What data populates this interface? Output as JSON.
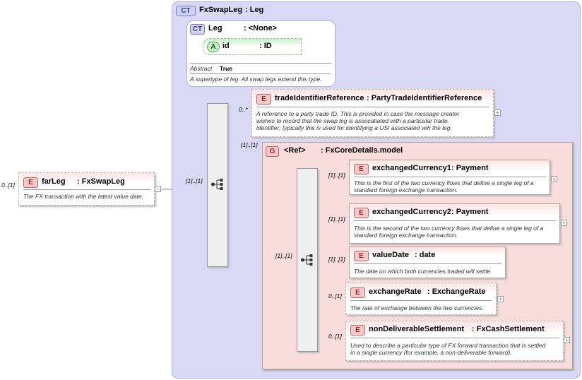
{
  "root": {
    "name": "farLeg",
    "type": ": FxSwapLeg",
    "doc": "The FX transaction with the latest value date.",
    "cardinality": "0..[1]"
  },
  "complex_type": {
    "badge": "CT",
    "name": "FxSwapLeg",
    "type": ": Leg"
  },
  "base_type": {
    "badge": "CT",
    "name": "Leg",
    "type": ": <None>",
    "abstract_label": "Abstract",
    "abstract_value": "True",
    "doc": "A supertype of leg. All swap legs extend this type."
  },
  "attribute": {
    "badge": "A",
    "name": "id",
    "type": ": ID"
  },
  "sequence_cardinality": "[1]..[1]",
  "trade_ref": {
    "badge": "E",
    "name": "tradeIdentifierReference",
    "type": ": PartyTradeIdentifierReference",
    "cardinality": "0..*",
    "doc": [
      "A reference to a party trade ID. This is provided in case the message creator",
      "wishes to record that the swap leg is assocatiated with a particular trade",
      "identifier; typically this is used for identifying a USI associated wih the leg."
    ]
  },
  "group": {
    "badge": "G",
    "name": "<Ref>",
    "type": ": FxCoreDetails.model",
    "cardinality": "[1]..[1]"
  },
  "inner_sequence_cardinality": "[1]..[1]",
  "children": [
    {
      "badge": "E",
      "name": "exchangedCurrency1",
      "type": ": Payment",
      "cardinality": "[1]..[1]",
      "doc": [
        "This is the first of the two currency flows that define a single leg of a",
        "standard foreign exchange transaction."
      ]
    },
    {
      "badge": "E",
      "name": "exchangedCurrency2",
      "type": ": Payment",
      "cardinality": "[1]..[1]",
      "doc": [
        "This is the second of the two currency flows that define a single leg of a",
        "standard foreign exchange transaction."
      ]
    },
    {
      "badge": "E",
      "name": "valueDate",
      "type": ": date",
      "cardinality": "[1]..[1]",
      "doc": [
        "The date on which both currencies traded will settle."
      ]
    },
    {
      "badge": "E",
      "name": "exchangeRate",
      "type": ": ExchangeRate",
      "cardinality": "0..[1]",
      "doc": [
        "The rate of exchange between the two currencies."
      ]
    },
    {
      "badge": "E",
      "name": "nonDeliverableSettlement",
      "type": ": FxCashSettlement",
      "cardinality": "0..[1]",
      "doc": [
        "Used to describe a particular type of FX forward transaction that is settled",
        "in a single currency (for example, a non-deliverable forward)."
      ]
    }
  ],
  "icons": {
    "sequence": "sequence-compositor-icon",
    "expand": "expand-plus-icon",
    "ct_extension": "ct-extension-icon"
  },
  "colors": {
    "complex_type_bg": "#d9d9f6",
    "element_header": "#fde4e4",
    "group_bg": "#f9dcdc",
    "attribute_bg": "#c8f0c8"
  }
}
